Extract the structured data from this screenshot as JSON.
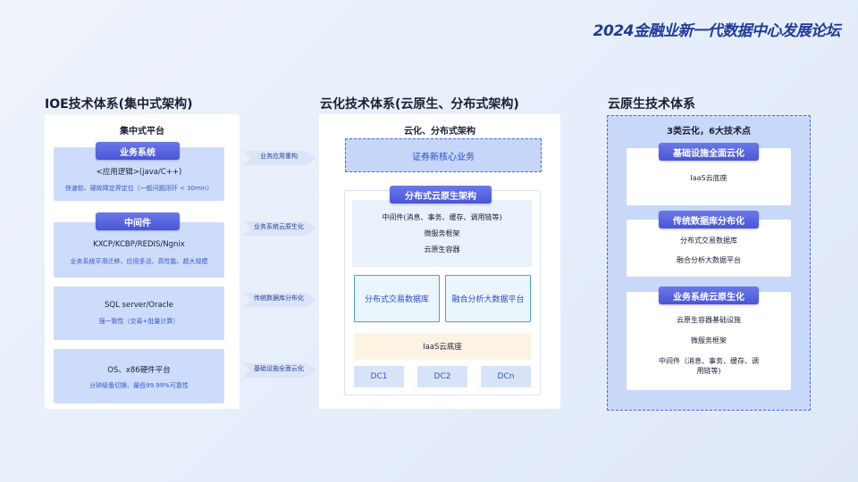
{
  "banner": "2024金融业新一代数据中心发展论坛",
  "left": {
    "section_title": "IOE技术体系(集中式架构)",
    "panel_title": "集中式平台",
    "blocks": [
      {
        "pill": "业务系统",
        "main": "<应用逻辑>(java/C++)",
        "sub": "快速软、硬故障定界定位（一般问题闭环 < 30min）"
      },
      {
        "pill": "中间件",
        "main": "KXCP/KCBP/REDIS/Ngnix",
        "sub": "业务系统平滑迁移、应用多活、高性能、超大规模"
      },
      {
        "main": "SQL server/Oracle",
        "sub": "强一致性（交易+批量计算）"
      },
      {
        "main": "OS、x86硬件平台",
        "sub": "分钟级备切换、最低99.99%可靠性"
      }
    ]
  },
  "arrows": [
    "业务应用重构",
    "业务系统云原生化",
    "传统数据库分布化",
    "基础设施全面云化"
  ],
  "middle": {
    "section_title": "云化技术体系(云原生、分布式架构)",
    "panel_title": "云化、分布式架构",
    "top_box": "证券新核心业务",
    "pill": "分布式云原生架构",
    "stack_lines": [
      "中间件(消息、事务、缓存、调用链等)",
      "微服务框架",
      "云原生容器"
    ],
    "db_boxes": [
      "分布式交易数据库",
      "融合分析大数据平台"
    ],
    "iaas": "IaaS云底座",
    "dcs": [
      "DC1",
      "DC2",
      "DCn"
    ]
  },
  "right": {
    "section_title": "云原生技术体系",
    "panel_title": "3类云化，6大技术点",
    "groups": [
      {
        "pill": "基础设施全面云化",
        "lines": [
          "IaaS云底座"
        ]
      },
      {
        "pill": "传统数据库分布化",
        "lines": [
          "分布式交易数据库",
          "融合分析大数据平台"
        ]
      },
      {
        "pill": "业务系统云原生化",
        "lines": [
          "云原生容器基础设施",
          "微服务框架",
          "中间件（消息、事务、缓存、调",
          "用链等)"
        ]
      }
    ]
  },
  "colors": {
    "accent": "#4a56d6",
    "light_blue": "#cddcfb",
    "banner": "#1f3a9a"
  }
}
